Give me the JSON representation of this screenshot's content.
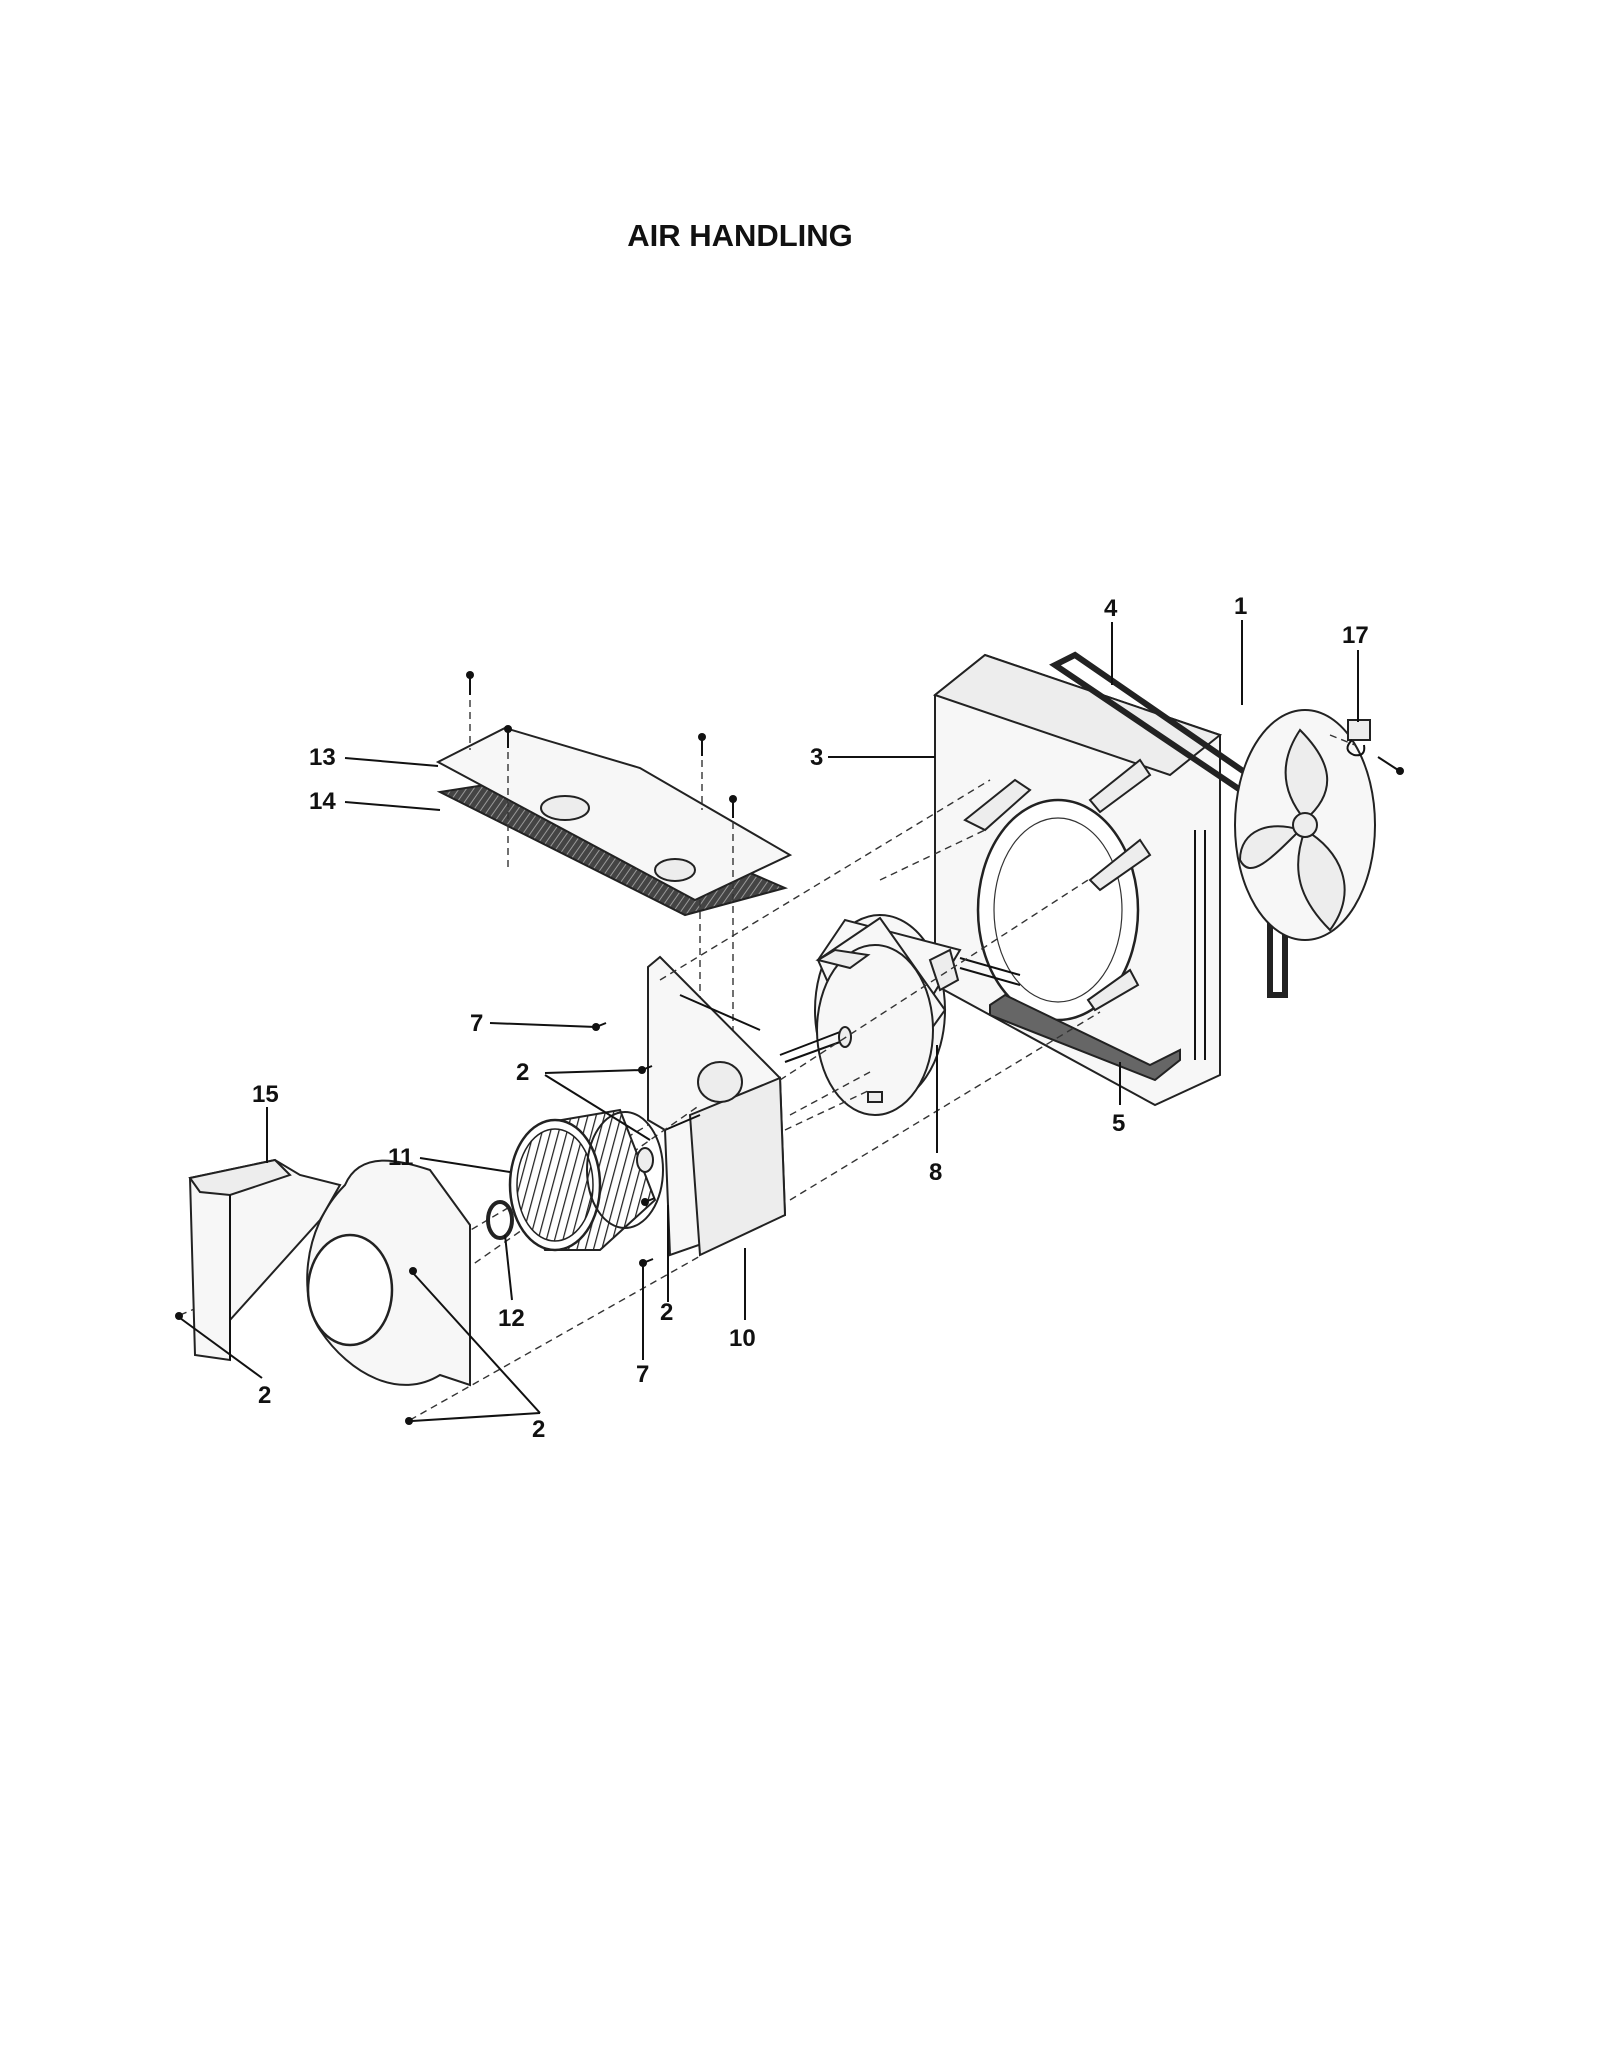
{
  "title": "AIR HANDLING",
  "callouts": {
    "c1": "1",
    "c2a": "2",
    "c2b": "2",
    "c2c": "2",
    "c2d": "2",
    "c3": "3",
    "c4": "4",
    "c5": "5",
    "c7a": "7",
    "c7b": "7",
    "c8": "8",
    "c10": "10",
    "c11": "11",
    "c12": "12",
    "c13": "13",
    "c14": "14",
    "c15": "15",
    "c17": "17"
  }
}
